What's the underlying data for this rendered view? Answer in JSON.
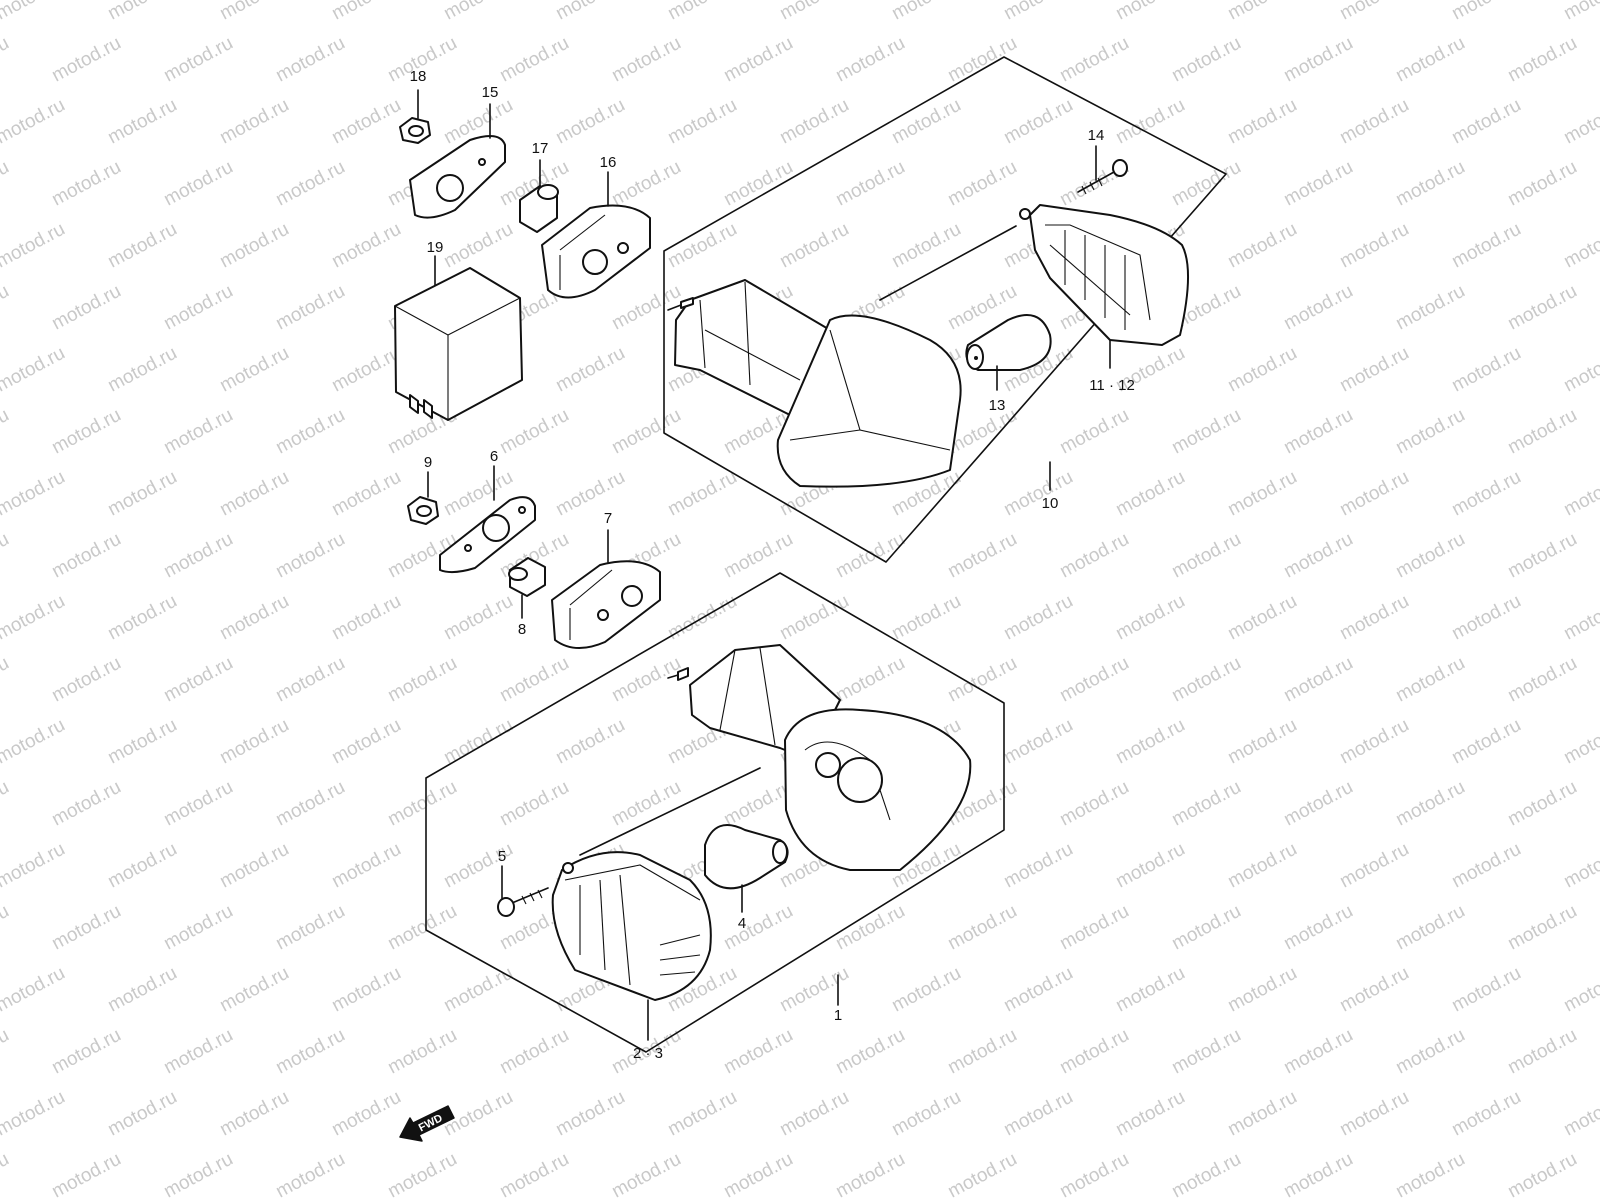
{
  "watermark": {
    "text": "motod.ru",
    "color": "#c9c9c9"
  },
  "callouts": {
    "c1": "1",
    "c2_3": "2 · 3",
    "c4": "4",
    "c5": "5",
    "c6": "6",
    "c7": "7",
    "c8": "8",
    "c9": "9",
    "c10": "10",
    "c11_12": "11 · 12",
    "c13": "13",
    "c14": "14",
    "c15": "15",
    "c16": "16",
    "c17": "17",
    "c18": "18",
    "c19": "19"
  },
  "direction_arrow": {
    "text": "FWD"
  }
}
